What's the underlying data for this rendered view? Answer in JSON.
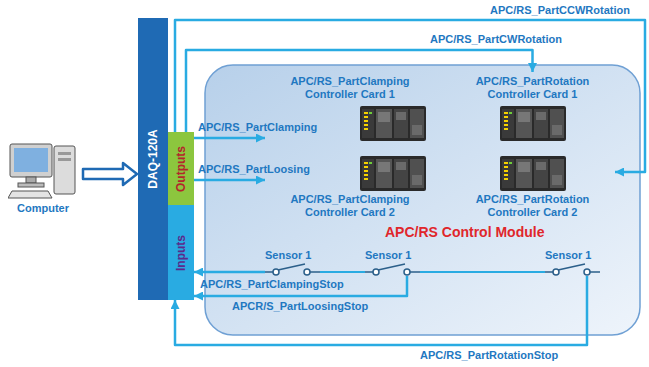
{
  "diagram": {
    "nodes": [
      {
        "text": [
          "Computer"
        ]
      },
      {
        "text": [
          "DAQ-120A"
        ]
      },
      {
        "text": [
          "Outputs"
        ]
      },
      {
        "text": [
          "Inputs"
        ]
      },
      {
        "text": [
          "APC/RS Control Module"
        ]
      },
      {
        "text": [
          "APC/RS_PartClamping Controller Card 1"
        ],
        "in": 4
      },
      {
        "text": [
          "APC/RS_PartRotation Controller Card 1"
        ],
        "in": 4
      },
      {
        "text": [
          "APC/RS_PartClamping Controller Card 2"
        ],
        "in": 4
      },
      {
        "text": [
          "APC/RS_PartRotation Controller Card 2"
        ],
        "in": 4
      },
      {
        "text": [
          "Sensor 1"
        ],
        "in": 4
      },
      {
        "text": [
          "Sensor 1"
        ],
        "in": 4
      },
      {
        "text": [
          "Sensor 1"
        ],
        "in": 4
      }
    ],
    "edges": [
      {
        "from": 0,
        "to": 1,
        "arrow": "to"
      },
      {
        "from": 2,
        "to": 5,
        "label": "APC/RS_PartClamping",
        "arrow": "to"
      },
      {
        "from": 2,
        "to": 7,
        "label": "APC/RS_PartLoosing",
        "arrow": "to"
      },
      {
        "from": 2,
        "to": 6,
        "label": "APC/RS_PartCWRotation",
        "arrow": "to"
      },
      {
        "from": 2,
        "to": 8,
        "label": "APC/RS_PartCCWRotation",
        "arrow": "to"
      },
      {
        "from": 9,
        "to": 3,
        "label": "APC/RS_PartClampingStop",
        "arrow": "to"
      },
      {
        "from": 10,
        "to": 3,
        "label": "APCR/S_PartLoosingStop",
        "arrow": "to"
      },
      {
        "from": 11,
        "to": 3,
        "label": "APC/RS_PartRotationStop",
        "arrow": "to"
      }
    ]
  }
}
